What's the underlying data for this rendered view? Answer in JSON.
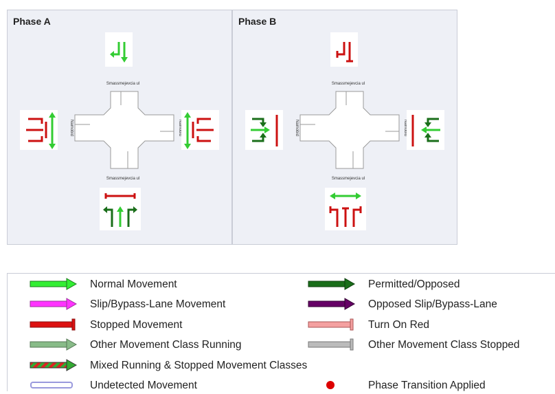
{
  "phases": [
    {
      "title": "Phase A",
      "approach_label_ns": "Smassmejevcia ul",
      "approach_label_ew": "Namobid"
    },
    {
      "title": "Phase B",
      "approach_label_ns": "Smassmejevcia ul",
      "approach_label_ew": "Namobid"
    }
  ],
  "legend": {
    "items": [
      {
        "label": "Normal Movement",
        "symbol": "arrow",
        "color": "#33ee33"
      },
      {
        "label": "Permitted/Opposed",
        "symbol": "arrow",
        "color": "#1a6e1a"
      },
      {
        "label": "Slip/Bypass-Lane Movement",
        "symbol": "arrow",
        "color": "#ff33ff"
      },
      {
        "label": "Opposed Slip/Bypass-Lane",
        "symbol": "arrow",
        "color": "#660066"
      },
      {
        "label": "Stopped Movement",
        "symbol": "bar",
        "color": "#dd1111"
      },
      {
        "label": "Turn On Red",
        "symbol": "bar",
        "color": "#f4a0a0"
      },
      {
        "label": "Other Movement Class Running",
        "symbol": "arrow",
        "color": "#88bb88"
      },
      {
        "label": "Other Movement Class Stopped",
        "symbol": "bar",
        "color": "#bbbbbb"
      },
      {
        "label": "Mixed Running & Stopped Movement Classes",
        "symbol": "striped",
        "color": "#33aa33"
      },
      {
        "label": "Undetected Movement",
        "symbol": "hollow",
        "color": "#9999dd"
      },
      {
        "label": "Phase Transition Applied",
        "symbol": "dot",
        "color": "#dd0000"
      }
    ]
  },
  "colors": {
    "go": "#33cc33",
    "permitted": "#1a6e1a",
    "stop": "#cc1111"
  }
}
